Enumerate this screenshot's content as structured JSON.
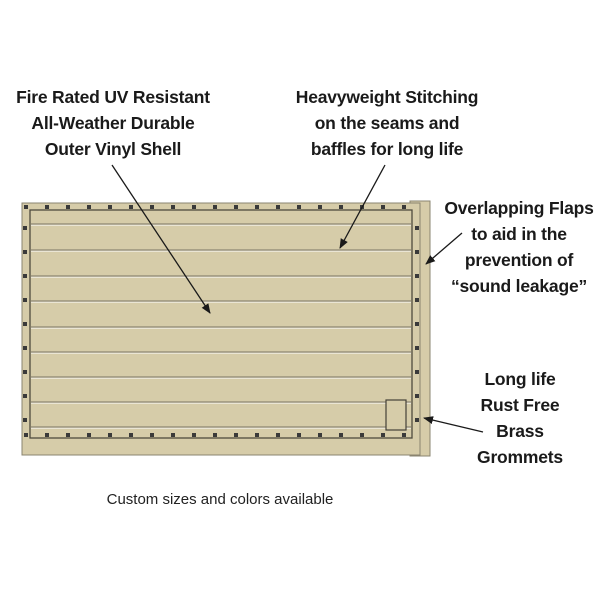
{
  "labels": {
    "shell": [
      "Fire Rated UV Resistant",
      "All-Weather Durable",
      "Outer Vinyl Shell"
    ],
    "stitching": [
      "Heavyweight Stitching",
      "on the seams and",
      "baffles for long life"
    ],
    "flaps": [
      "Overlapping Flaps",
      "to aid in the",
      "prevention of",
      "“sound leakage”"
    ],
    "grommets": [
      "Long life",
      "Rust Free",
      "Brass",
      "Grommets"
    ]
  },
  "caption": "Custom sizes and colors available",
  "colors": {
    "vinyl": "#d6cca9",
    "vinyl_dark": "#c9bf9a",
    "stitch": "#ffffff",
    "outline": "#555044",
    "grommet": "#3a3a3a"
  }
}
